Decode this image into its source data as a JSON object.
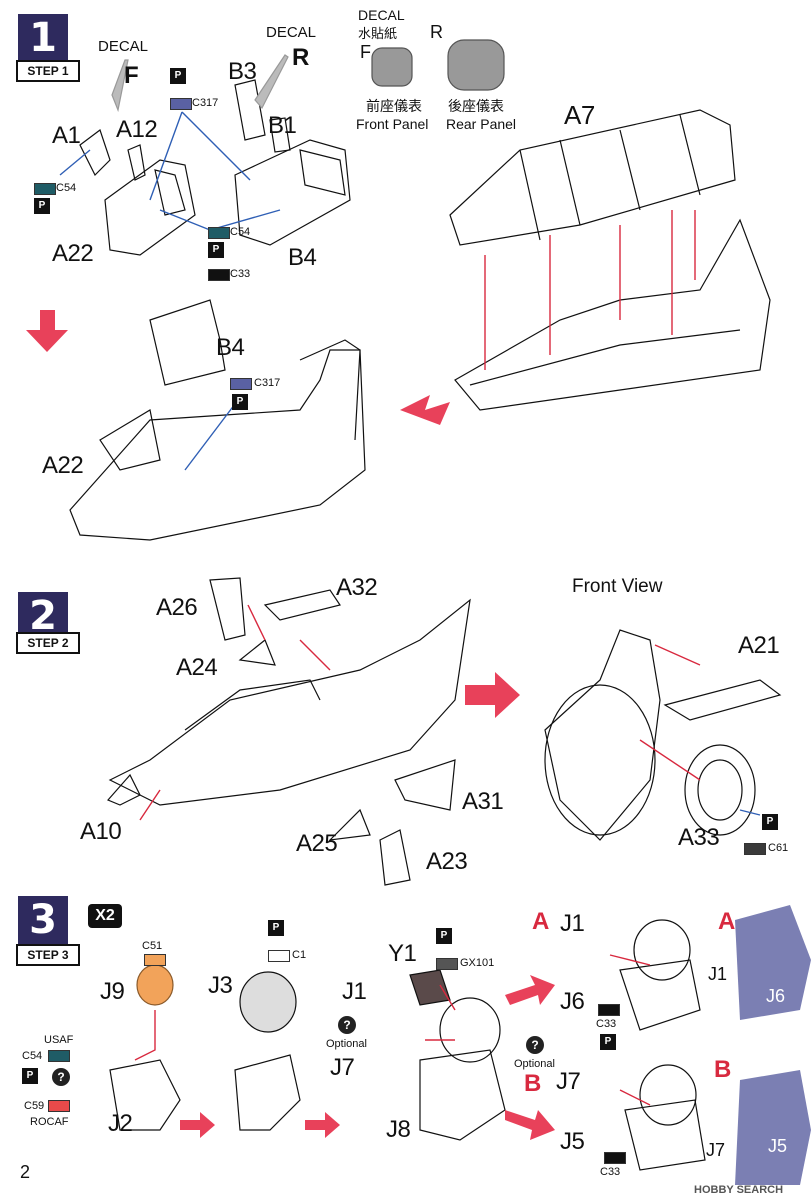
{
  "page_number": "2",
  "watermark": "HOBBY SEARCH",
  "step1": {
    "num": "1",
    "tag": "STEP 1",
    "decal_f_title": "DECAL",
    "decal_f_letter": "F",
    "decal_r_title": "DECAL",
    "decal_r_letter": "R",
    "decal_panel_title": "DECAL",
    "decal_panel_sub": "水貼紙",
    "front_letter": "F",
    "rear_letter": "R",
    "front_cn": "前座儀表",
    "front_en": "Front Panel",
    "rear_cn": "後座儀表",
    "rear_en": "Rear Panel",
    "parts": [
      "A1",
      "A12",
      "B3",
      "B1",
      "A22",
      "B4",
      "A7",
      "B4",
      "A22"
    ],
    "paints": [
      "C317",
      "C54",
      "C54",
      "C33",
      "C317"
    ]
  },
  "step2": {
    "num": "2",
    "tag": "STEP 2",
    "front_view": "Front View",
    "parts": [
      "A26",
      "A32",
      "A24",
      "A10",
      "A25",
      "A23",
      "A31",
      "A21",
      "A33"
    ],
    "paints": [
      "C61"
    ]
  },
  "step3": {
    "num": "3",
    "tag": "STEP 3",
    "qty": "X2",
    "parts": [
      "J9",
      "J2",
      "J3",
      "J1",
      "Y1",
      "J7",
      "J8",
      "J1",
      "J6",
      "J7",
      "J5",
      "J1",
      "J6",
      "J7",
      "J5"
    ],
    "paints": [
      "C51",
      "C54",
      "C59",
      "C1",
      "GX101",
      "C33",
      "C33"
    ],
    "usaf": "USAF",
    "rocaf": "ROCAF",
    "optional": "Optional",
    "variant_a": "A",
    "variant_b": "B"
  },
  "colors": {
    "step_bg": "#2e2a5e",
    "arrow": "#e8415a",
    "red_line": "#d8293f",
    "blue_line": "#2f5fb5",
    "C317": "#5a61a3",
    "C54": "#1f5c66",
    "C33": "#111111",
    "C61": "#3a3a3a",
    "C51": "#f2a35a",
    "C59": "#e84a4a",
    "GX101": "#555555",
    "photo": "#7b7fb3"
  }
}
